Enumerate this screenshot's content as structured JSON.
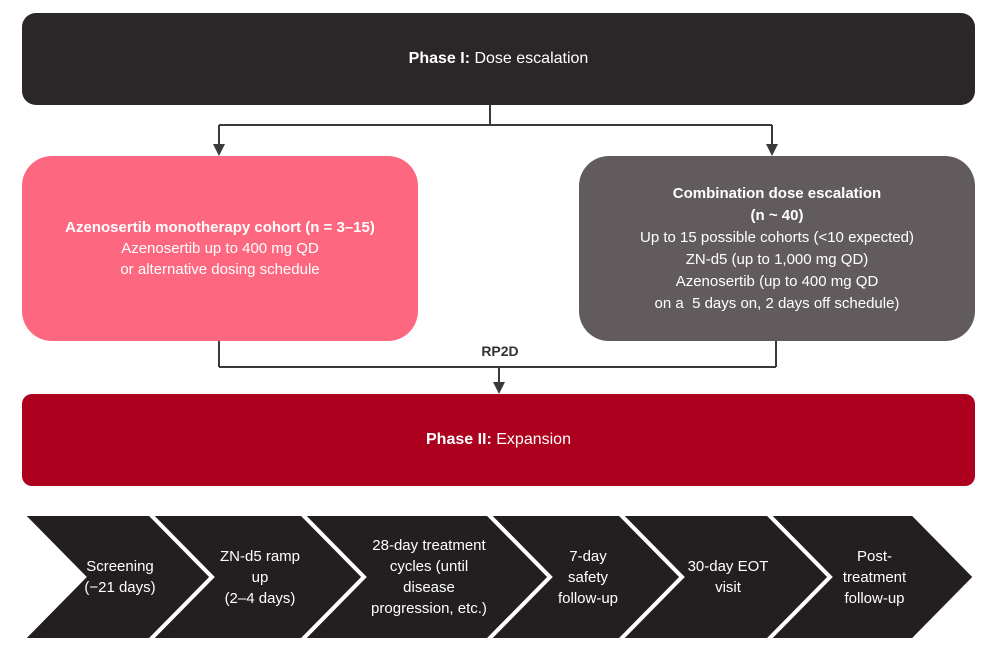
{
  "phase1": {
    "bold": "Phase I:",
    "text": " Dose escalation",
    "color": "#2b2628"
  },
  "mono_cohort": {
    "title": "Azenosertib monotherapy cohort (n = 3–15)",
    "lines": [
      "Azenosertib up to 400 mg QD",
      "or alternative dosing schedule"
    ],
    "color": "#fd6880"
  },
  "combo_cohort": {
    "title": "Combination dose escalation",
    "subtitle": "(n ~ 40)",
    "lines": [
      "Up to 15 possible cohorts (<10 expected)",
      "ZN-d5 (up to 1,000 mg QD)",
      "Azenosertib (up to 400 mg QD",
      "on a  5 days on, 2 days off schedule)"
    ],
    "color": "#625b5e"
  },
  "merge_label": "RP2D",
  "phase2": {
    "bold": "Phase II:",
    "text": " Expansion",
    "color": "#ad001e"
  },
  "timeline": {
    "color": "#231f20",
    "steps": [
      {
        "lines": [
          "Screening",
          "(−21 days)"
        ]
      },
      {
        "lines": [
          "ZN-d5 ramp up",
          "(2–4 days)"
        ]
      },
      {
        "lines": [
          "28-day treatment",
          "cycles (until",
          "disease",
          "progression, etc.)"
        ]
      },
      {
        "lines": [
          "7-day safety",
          "follow-up"
        ]
      },
      {
        "lines": [
          "30-day EOT",
          "visit"
        ]
      },
      {
        "lines": [
          "Post-treatment",
          "follow-up"
        ]
      }
    ]
  }
}
